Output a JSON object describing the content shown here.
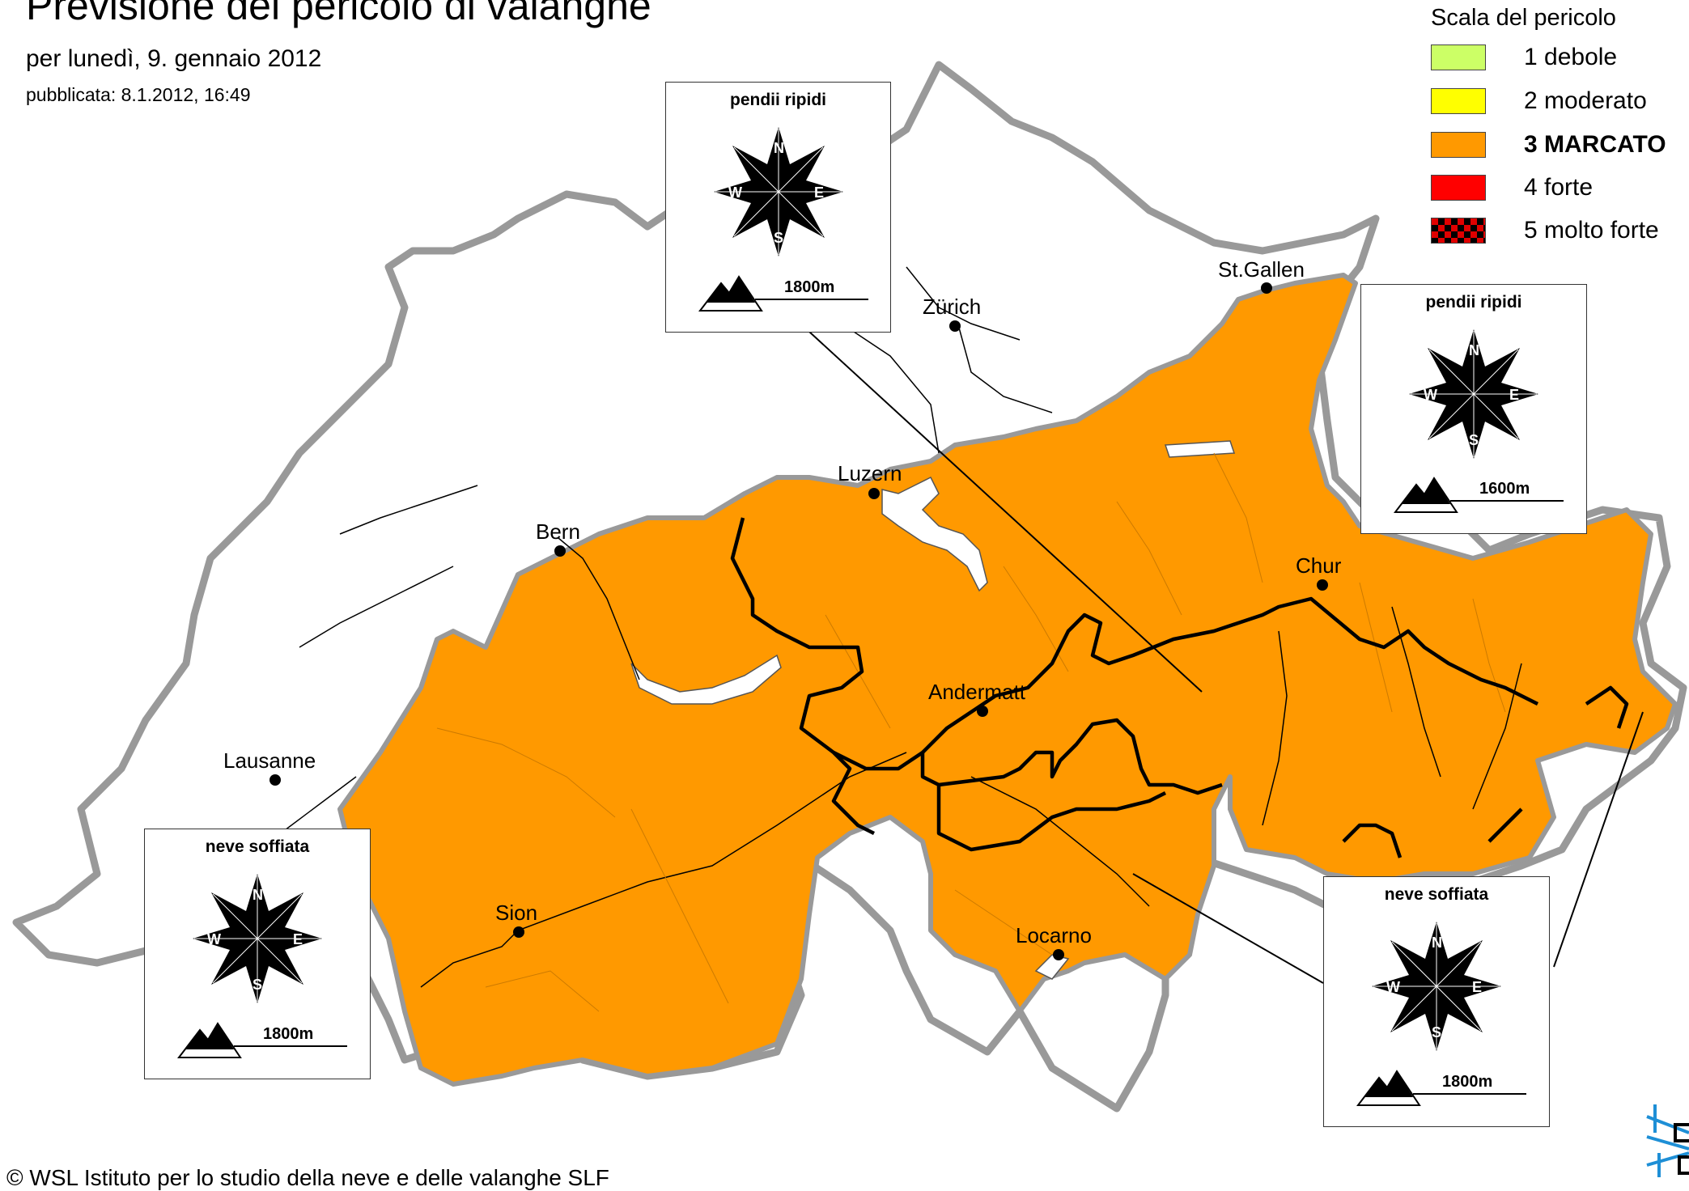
{
  "header": {
    "title": "Previsione del pericolo di valanghe",
    "subtitle": "per lunedì, 9. gennaio 2012",
    "published": "pubblicata: 8.1.2012, 16:49"
  },
  "legend": {
    "title": "Scala del pericolo",
    "items": [
      {
        "label": "1 debole",
        "color": "#ccff66"
      },
      {
        "label": "2 moderato",
        "color": "#ffff00"
      },
      {
        "label": "3 MARCATO",
        "color": "#ff9900"
      },
      {
        "label": "4 forte",
        "color": "#ff0000"
      },
      {
        "label": "5 molto forte",
        "color": "checkered-red-black"
      }
    ]
  },
  "map": {
    "danger_color": "#ff9900",
    "cities": [
      {
        "name": "Zürich"
      },
      {
        "name": "St.Gallen"
      },
      {
        "name": "Luzern"
      },
      {
        "name": "Bern"
      },
      {
        "name": "Chur"
      },
      {
        "name": "Andermatt"
      },
      {
        "name": "Lausanne"
      },
      {
        "name": "Sion"
      },
      {
        "name": "Locarno"
      }
    ]
  },
  "boxes": [
    {
      "title": "pendii ripidi",
      "elevation": "1800m",
      "compass": [
        "N",
        "E",
        "S",
        "W"
      ]
    },
    {
      "title": "pendii ripidi",
      "elevation": "1600m",
      "compass": [
        "N",
        "E",
        "S",
        "W"
      ]
    },
    {
      "title": "neve soffiata",
      "elevation": "1800m",
      "compass": [
        "N",
        "E",
        "S",
        "W"
      ]
    },
    {
      "title": "neve soffiata",
      "elevation": "1800m",
      "compass": [
        "N",
        "E",
        "S",
        "W"
      ]
    }
  ],
  "footer": {
    "copyright": "© WSL Istituto per lo studio della neve e delle valanghe SLF"
  },
  "logo": {
    "icon": "snowflake-logo-icon",
    "color": "#1e8fd6"
  }
}
